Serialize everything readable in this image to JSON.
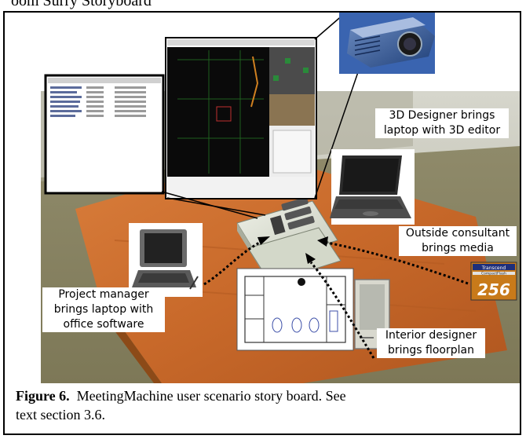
{
  "top_text": "oom Surry Storyboard",
  "callouts": {
    "designer": [
      "3D Designer brings",
      "laptop with 3D editor"
    ],
    "consultant": [
      "Outside consultant",
      "brings media"
    ],
    "manager": [
      "Project manager",
      "brings laptop with",
      "office software"
    ],
    "interior": [
      "Interior designer",
      "brings floorplan"
    ]
  },
  "media_card": {
    "brand": "Transcend",
    "sub": "CompactFlash",
    "capacity": "256"
  },
  "caption": {
    "label": "Figure 6.",
    "line1": "MeetingMachine user scenario story board.  See",
    "line2": "text section 3.6."
  },
  "colors": {
    "table_orange": "#c8692a",
    "floor_olive": "#8a8462",
    "sky_gray": "#c9c9bd",
    "projector_blue": "#2a4f8a"
  }
}
